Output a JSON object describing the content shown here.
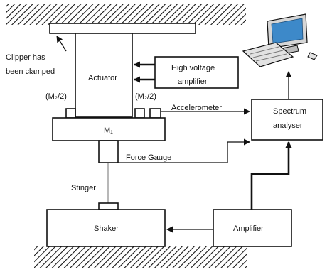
{
  "labels": {
    "clipper_line1": "Clipper has",
    "clipper_line2": "been clamped",
    "actuator": "Actuator",
    "hv_line1": "High voltage",
    "hv_line2": "amplifier",
    "half_mass_left": "(M₂/2)",
    "half_mass_right": "(M₂/2)",
    "mass": "M₁",
    "accelerometer": "Accelerometer",
    "spectrum_line1": "Spectrum",
    "spectrum_line2": "analyser",
    "force_gauge": "Force Gauge",
    "stinger": "Stinger",
    "shaker": "Shaker",
    "amplifier": "Amplifier"
  },
  "icons": {
    "computer": "desktop-computer-icon",
    "top_support": "hatched-ceiling-icon",
    "bottom_support": "hatched-ground-icon"
  },
  "colors": {
    "stroke": "#111111",
    "connector_grey": "#888888",
    "screen": "#3d89c9",
    "computer_body": "#d6d6d6"
  }
}
